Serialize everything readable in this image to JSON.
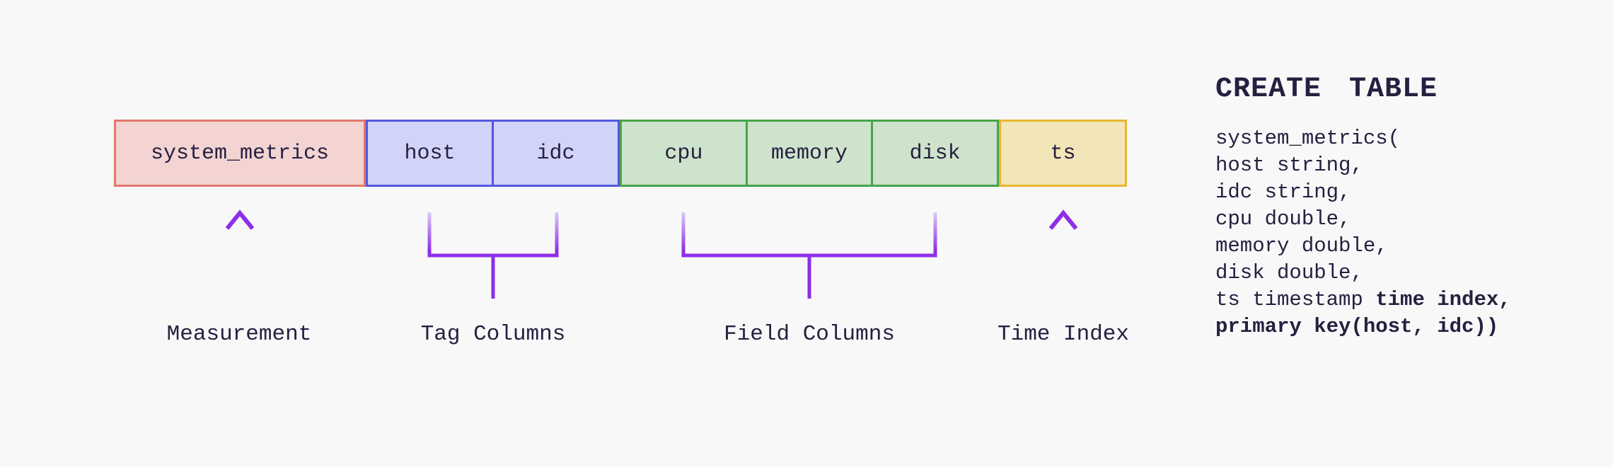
{
  "palette": {
    "background": "#f8f8f9",
    "text": "#262040",
    "purple_solid": "#8e2ee9",
    "purple_faded": "#dcc8f7",
    "measurement_fill": "#f3d4d2",
    "measurement_border": "#e0796b",
    "tag_fill": "#d2d3f8",
    "tag_border": "#5457dd",
    "field_fill": "#cee3cb",
    "field_border": "#46a54b",
    "time_fill": "#f2e5b7",
    "time_border": "#e9b62f"
  },
  "table": {
    "measurement": {
      "label": "system_metrics"
    },
    "tag_columns": [
      "host",
      "idc"
    ],
    "field_columns": [
      "cpu",
      "memory",
      "disk"
    ],
    "time_index": {
      "label": "ts"
    }
  },
  "annotations": {
    "measurement": "Measurement",
    "tag_columns": "Tag Columns",
    "field_columns": "Field Columns",
    "time_index": "Time Index"
  },
  "sql": {
    "title": "CREATE TABLE",
    "lines": [
      {
        "segments": [
          {
            "text": "system_metrics(",
            "bold": false
          }
        ]
      },
      {
        "segments": [
          {
            "text": "host string,",
            "bold": false
          }
        ]
      },
      {
        "segments": [
          {
            "text": "idc string,",
            "bold": false
          }
        ]
      },
      {
        "segments": [
          {
            "text": "cpu double,",
            "bold": false
          }
        ]
      },
      {
        "segments": [
          {
            "text": "memory double,",
            "bold": false
          }
        ]
      },
      {
        "segments": [
          {
            "text": "disk double,",
            "bold": false
          }
        ]
      },
      {
        "segments": [
          {
            "text": "ts timestamp ",
            "bold": false
          },
          {
            "text": "time index,",
            "bold": true
          }
        ]
      },
      {
        "segments": [
          {
            "text": "primary key(host, idc))",
            "bold": true
          }
        ]
      }
    ]
  }
}
